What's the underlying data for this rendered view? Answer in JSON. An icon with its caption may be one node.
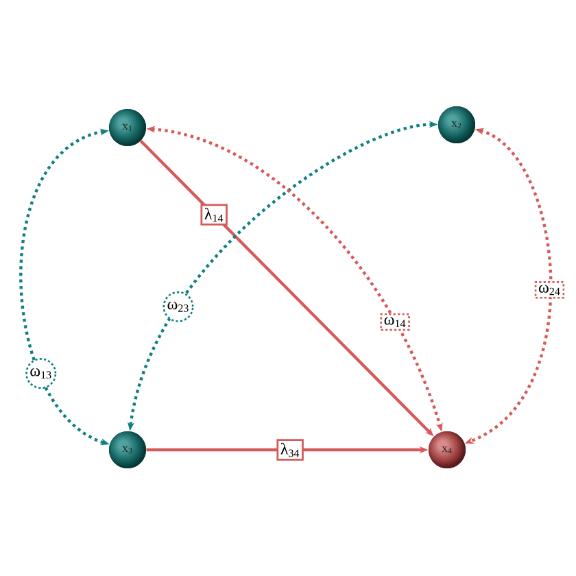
{
  "diagram": {
    "nodes": [
      {
        "text": [
          "x$_{1}$"
        ]
      },
      {
        "text": [
          "x$_{2}$"
        ]
      },
      {
        "text": [
          "x$_{3}$"
        ]
      },
      {
        "text": [
          "x$_{4}$"
        ]
      }
    ],
    "edges": [
      {
        "from": 0,
        "to": 3,
        "arrow": "to",
        "label": "λ$_{14}$"
      },
      {
        "from": 2,
        "to": 3,
        "arrow": "to",
        "label": "λ$_{34}$"
      },
      {
        "from": 0,
        "to": 2,
        "arrow": "both",
        "label": "ω$_{13}$",
        "style": "dashed",
        "color": "#118080"
      },
      {
        "from": 1,
        "to": 2,
        "arrow": "both",
        "label": "ω$_{23}$",
        "style": "dashed",
        "color": "#118080"
      },
      {
        "from": 0,
        "to": 3,
        "arrow": "both",
        "label": "ω$_{14}$",
        "style": "dashed"
      },
      {
        "from": 1,
        "to": 3,
        "arrow": "both",
        "label": "ω$_{24}$",
        "style": "dashed"
      }
    ]
  }
}
